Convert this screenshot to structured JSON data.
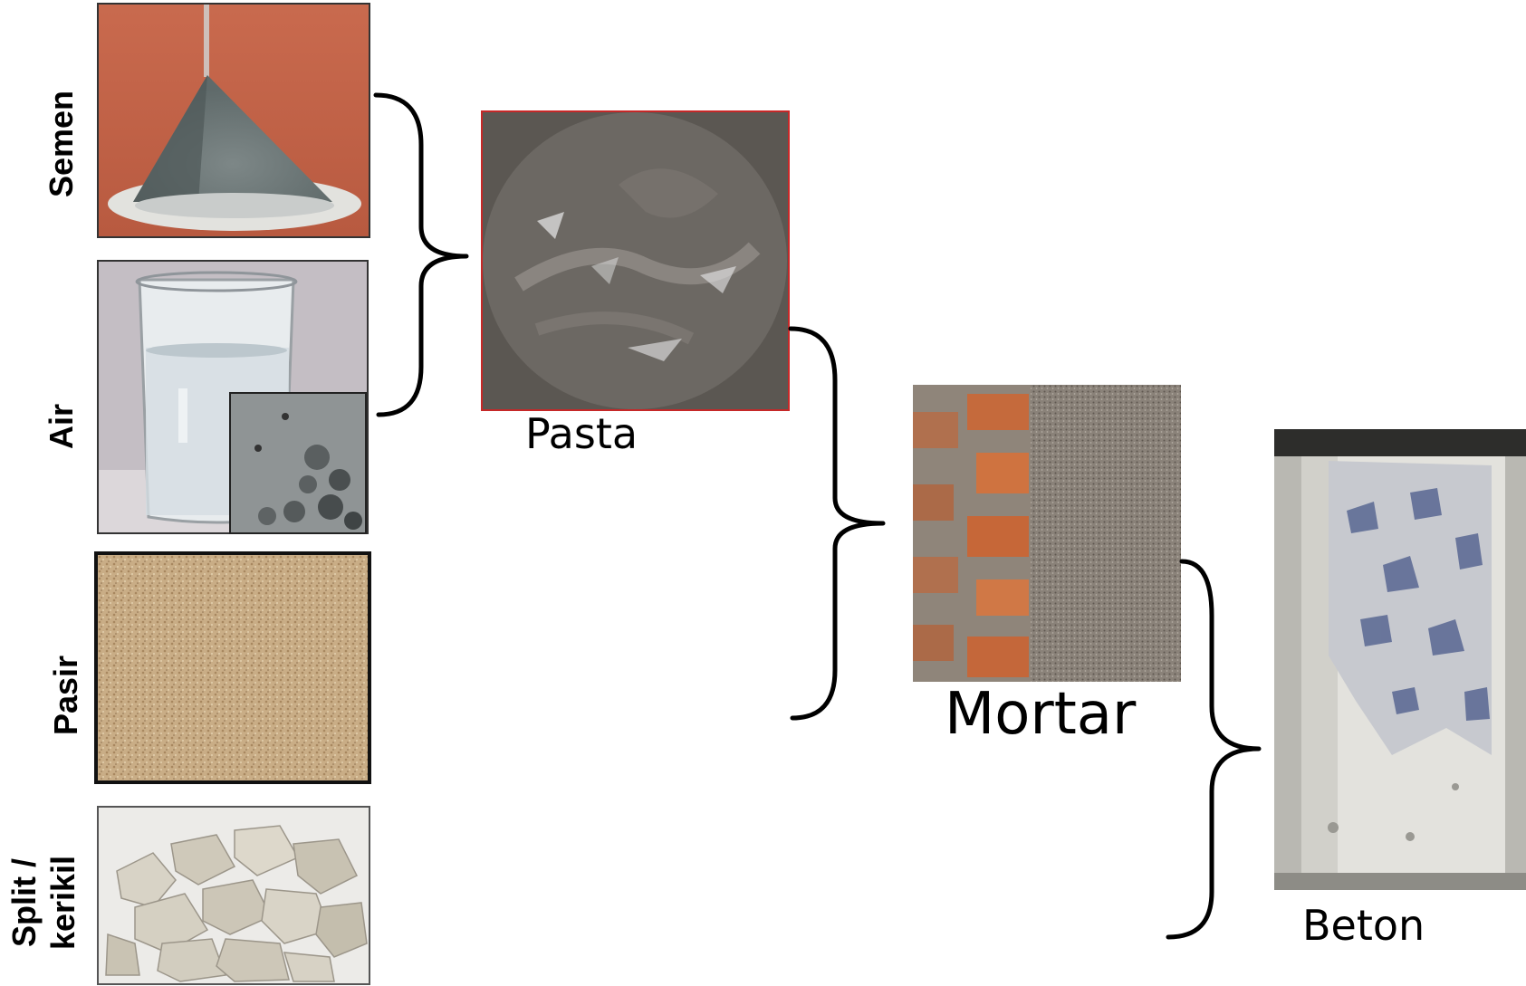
{
  "ingredients": {
    "semen": "Semen",
    "air": "Air",
    "pasir": "Pasir",
    "split_line1": "Split /",
    "split_line2": "kerikil"
  },
  "products": {
    "pasta": "Pasta",
    "mortar": "Mortar",
    "beton": "Beton"
  },
  "colors": {
    "pasta_border": "#c62828",
    "bracket": "#000000"
  }
}
